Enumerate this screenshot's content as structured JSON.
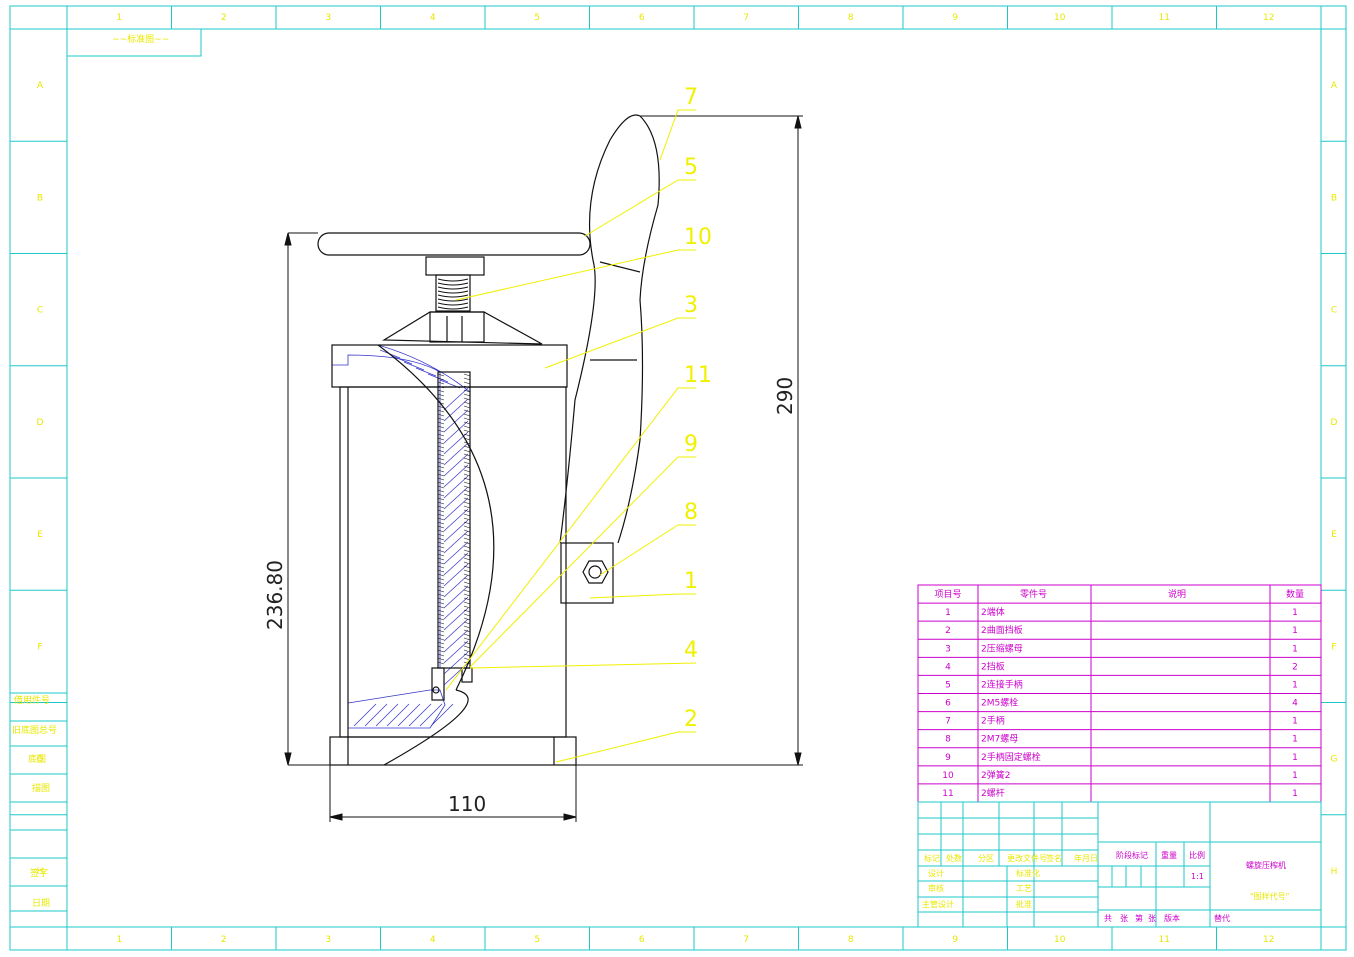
{
  "border_columns": [
    "1",
    "2",
    "3",
    "4",
    "5",
    "6",
    "7",
    "8",
    "9",
    "10",
    "11",
    "12"
  ],
  "border_rows": [
    "A",
    "B",
    "C",
    "D",
    "E",
    "F",
    "G",
    "H"
  ],
  "corner_label": "~~标准图~~",
  "balloons": [
    "7",
    "5",
    "10",
    "3",
    "11",
    "9",
    "8",
    "1",
    "4",
    "2"
  ],
  "dimensions": {
    "height_total": "290",
    "height_body": "236.80",
    "width": "110"
  },
  "bom": {
    "headers": [
      "项目号",
      "零件号",
      "说明",
      "数量"
    ],
    "rows": [
      [
        "1",
        "2端体",
        "",
        "1"
      ],
      [
        "2",
        "2曲面挡板",
        "",
        "1"
      ],
      [
        "3",
        "2压缩螺母",
        "",
        "1"
      ],
      [
        "4",
        "2挡板",
        "",
        "2"
      ],
      [
        "5",
        "2连接手柄",
        "",
        "1"
      ],
      [
        "6",
        "2M5螺栓",
        "",
        "4"
      ],
      [
        "7",
        "2手柄",
        "",
        "1"
      ],
      [
        "8",
        "2M7螺母",
        "",
        "1"
      ],
      [
        "9",
        "2手柄固定螺栓",
        "",
        "1"
      ],
      [
        "10",
        "2弹簧2",
        "",
        "1"
      ],
      [
        "11",
        "2螺杆",
        "",
        "1"
      ]
    ]
  },
  "side_table": [
    "借用件号",
    "旧底图总号",
    "底图",
    "描图",
    "签字",
    "日期"
  ],
  "title_block": {
    "labels_yellow": [
      "标记",
      "处数",
      "分区",
      "更改文件号",
      "签名",
      "年月日",
      "设计",
      "标准化",
      "审核",
      "工艺",
      "主管设计",
      "批准"
    ],
    "stage_labels": [
      "阶段标记",
      "重量",
      "比例"
    ],
    "scale": "1:1",
    "name": "螺旋压榨机",
    "drawing_no": "\"图样代号\"",
    "bottom_labels": [
      "共",
      "张",
      "第",
      "张"
    ],
    "version": "版本",
    "replace": "替代"
  },
  "colors": {
    "frame": "#1ec8c8",
    "annotation": "#f0f000",
    "bom": "#cc00cc",
    "hatch": "#3333cc",
    "outline": "#111111"
  }
}
